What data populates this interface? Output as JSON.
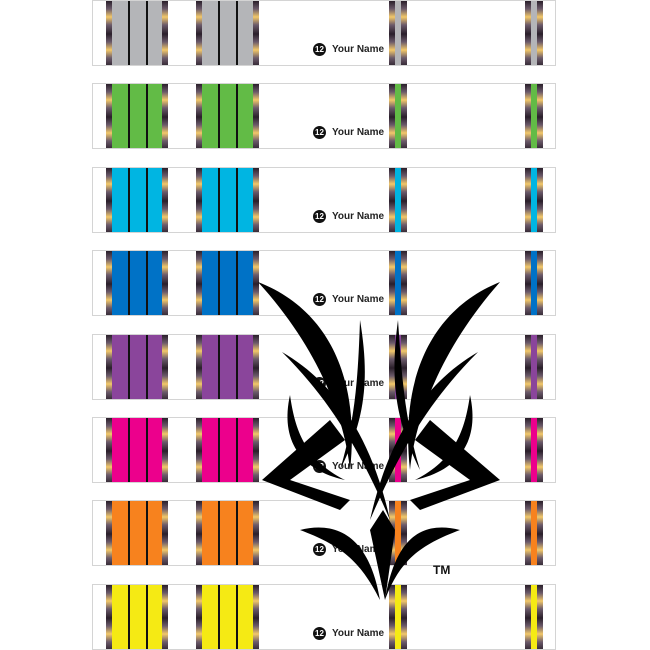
{
  "rows": [
    {
      "color": "#b4b5b8",
      "number": "12",
      "name": "Your Name"
    },
    {
      "color": "#62bb46",
      "number": "12",
      "name": "Your Name"
    },
    {
      "color": "#00b5e2",
      "number": "12",
      "name": "Your Name"
    },
    {
      "color": "#0072c6",
      "number": "12",
      "name": "Your Name"
    },
    {
      "color": "#8a459b",
      "number": "12",
      "name": "Your Name"
    },
    {
      "color": "#ec008c",
      "number": "12",
      "name": "Your Name"
    },
    {
      "color": "#f7821e",
      "number": "12",
      "name": "Your Name"
    },
    {
      "color": "#f5ea14",
      "number": "12",
      "name": "Your Name"
    }
  ],
  "logo": {
    "icon": "tribal-emblem-icon",
    "trademark": "TM"
  }
}
